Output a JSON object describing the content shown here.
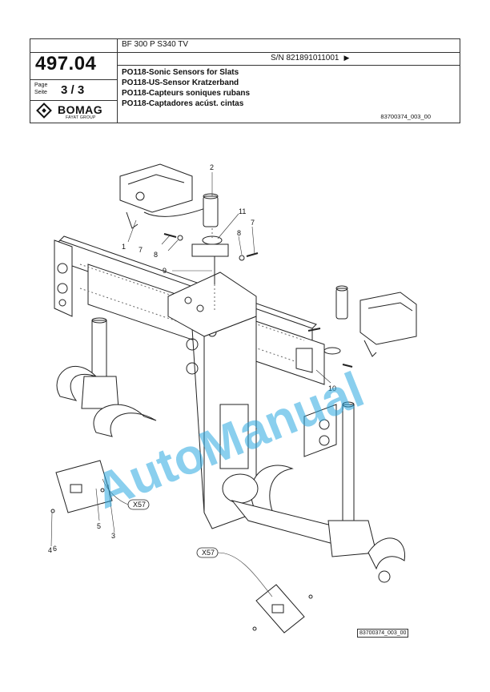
{
  "header": {
    "model": "BF 300 P S340 TV",
    "serial": "S/N 821891011001",
    "serial_arrow": "▶",
    "doc_number": "497.04",
    "page_label_en": "Page",
    "page_label_de": "Seite",
    "page_value": "3 / 3",
    "brand": "BOMAG",
    "brand_sub": "FAYAT GROUP",
    "titles": [
      "PO118-Sonic Sensors for Slats",
      "PO118-US-Sensor Kratzerband",
      "PO118-Capteurs soniques rubans",
      "PO118-Captadores acúst. cintas"
    ],
    "drawing_ref": "83700374_003_00"
  },
  "drawing": {
    "callouts": {
      "c1": "1",
      "c2": "2",
      "c3": "3",
      "c4": "4",
      "c5": "5",
      "c6": "6",
      "c7a": "7",
      "c7b": "7",
      "c8a": "8",
      "c8b": "8",
      "c9": "9",
      "c10": "10",
      "c11": "11"
    },
    "connector_a": "X57",
    "connector_b": "X57",
    "watermark": "AutoManual",
    "bottom_ref": "83700374_003_00"
  }
}
